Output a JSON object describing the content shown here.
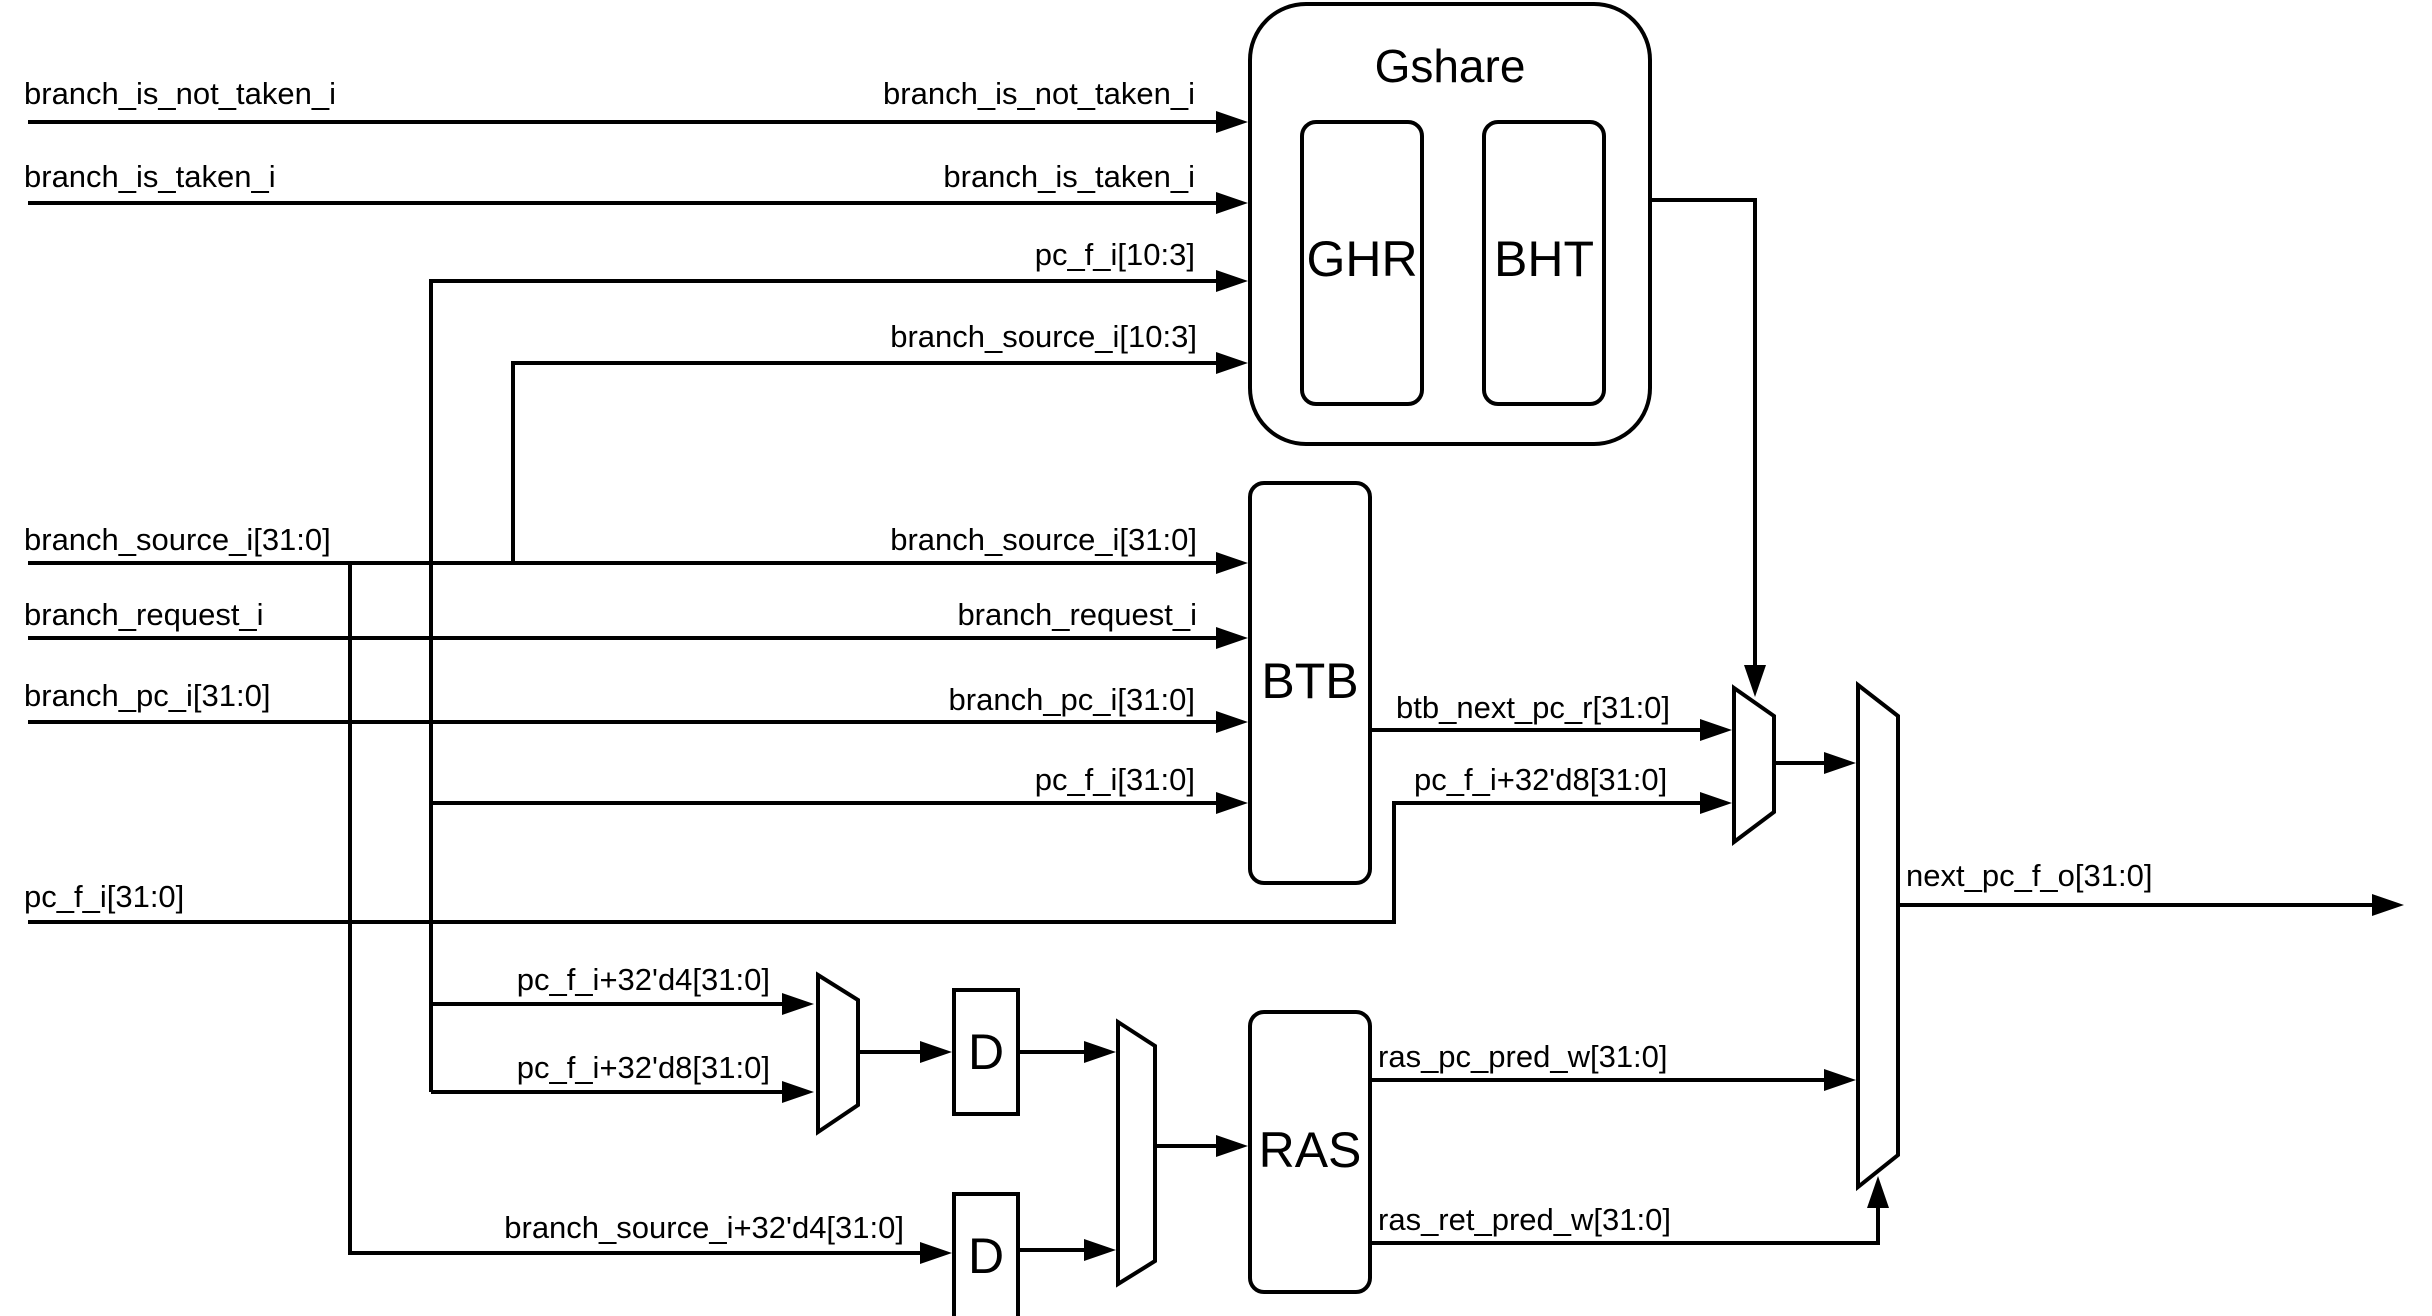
{
  "blocks": {
    "gshare": "Gshare",
    "ghr": "GHR",
    "bht": "BHT",
    "btb": "BTB",
    "ras": "RAS",
    "delay_top": "D",
    "delay_bottom": "D"
  },
  "inputs": {
    "branch_is_not_taken": "branch_is_not_taken_i",
    "branch_is_taken": "branch_is_taken_i",
    "branch_source": "branch_source_i[31:0]",
    "branch_request": "branch_request_i",
    "branch_pc": "branch_pc_i[31:0]",
    "pc_f": "pc_f_i[31:0]"
  },
  "gshare_ports": {
    "branch_is_not_taken": "branch_is_not_taken_i",
    "branch_is_taken": "branch_is_taken_i",
    "pc_f": "pc_f_i[10:3]",
    "branch_source": "branch_source_i[10:3]"
  },
  "btb_ports": {
    "branch_source": "branch_source_i[31:0]",
    "branch_request": "branch_request_i",
    "branch_pc": "branch_pc_i[31:0]",
    "pc_f": "pc_f_i[31:0]"
  },
  "internal": {
    "btb_next_pc": "btb_next_pc_r[31:0]",
    "pc_plus8_top": "pc_f_i+32'd8[31:0]",
    "pc_plus4": "pc_f_i+32'd4[31:0]",
    "pc_plus8_low": "pc_f_i+32'd8[31:0]",
    "branch_source_plus4": "branch_source_i+32'd4[31:0]",
    "ras_pc_pred": "ras_pc_pred_w[31:0]",
    "ras_ret_pred": "ras_ret_pred_w[31:0]"
  },
  "outputs": {
    "next_pc": "next_pc_f_o[31:0]"
  }
}
